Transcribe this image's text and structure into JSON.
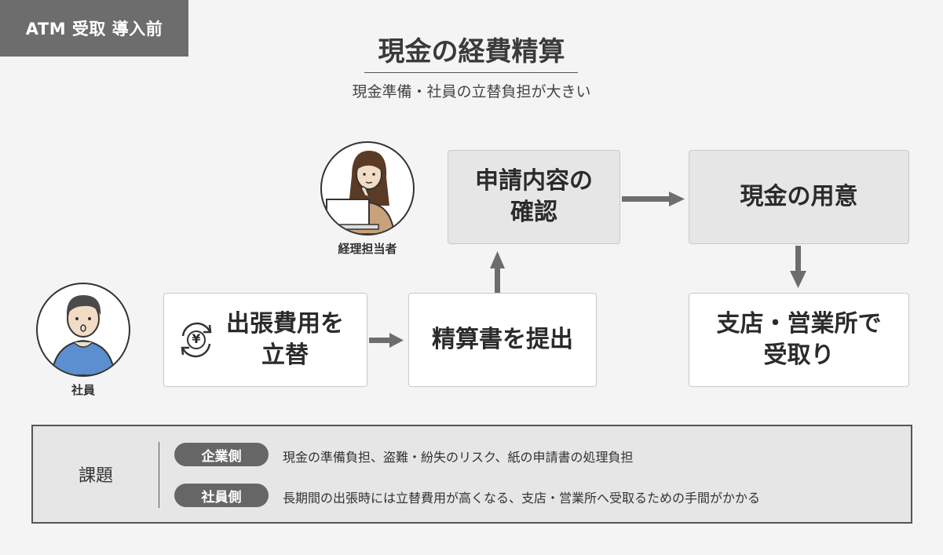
{
  "tag": "ATM 受取 導入前",
  "title": "現金の経費精算",
  "subtitle": "現金準備・社員の立替負担が大きい",
  "roles": {
    "accounting": "経理担当者",
    "employee": "社員"
  },
  "steps": {
    "advance": [
      "出張費用を",
      "立替"
    ],
    "submit": "精算書を提出",
    "confirm": [
      "申請内容の",
      "確認"
    ],
    "prepare": "現金の用意",
    "receive": [
      "支店・営業所で",
      "受取り"
    ]
  },
  "yen_symbol": "¥",
  "issues": {
    "label": "課題",
    "company_label": "企業側",
    "company_text": "現金の準備負担、盗難・紛失のリスク、紙の申請書の処理負担",
    "employee_label": "社員側",
    "employee_text": "長期間の出張時には立替費用が高くなる、支店・営業所へ受取るための手間がかかる"
  }
}
